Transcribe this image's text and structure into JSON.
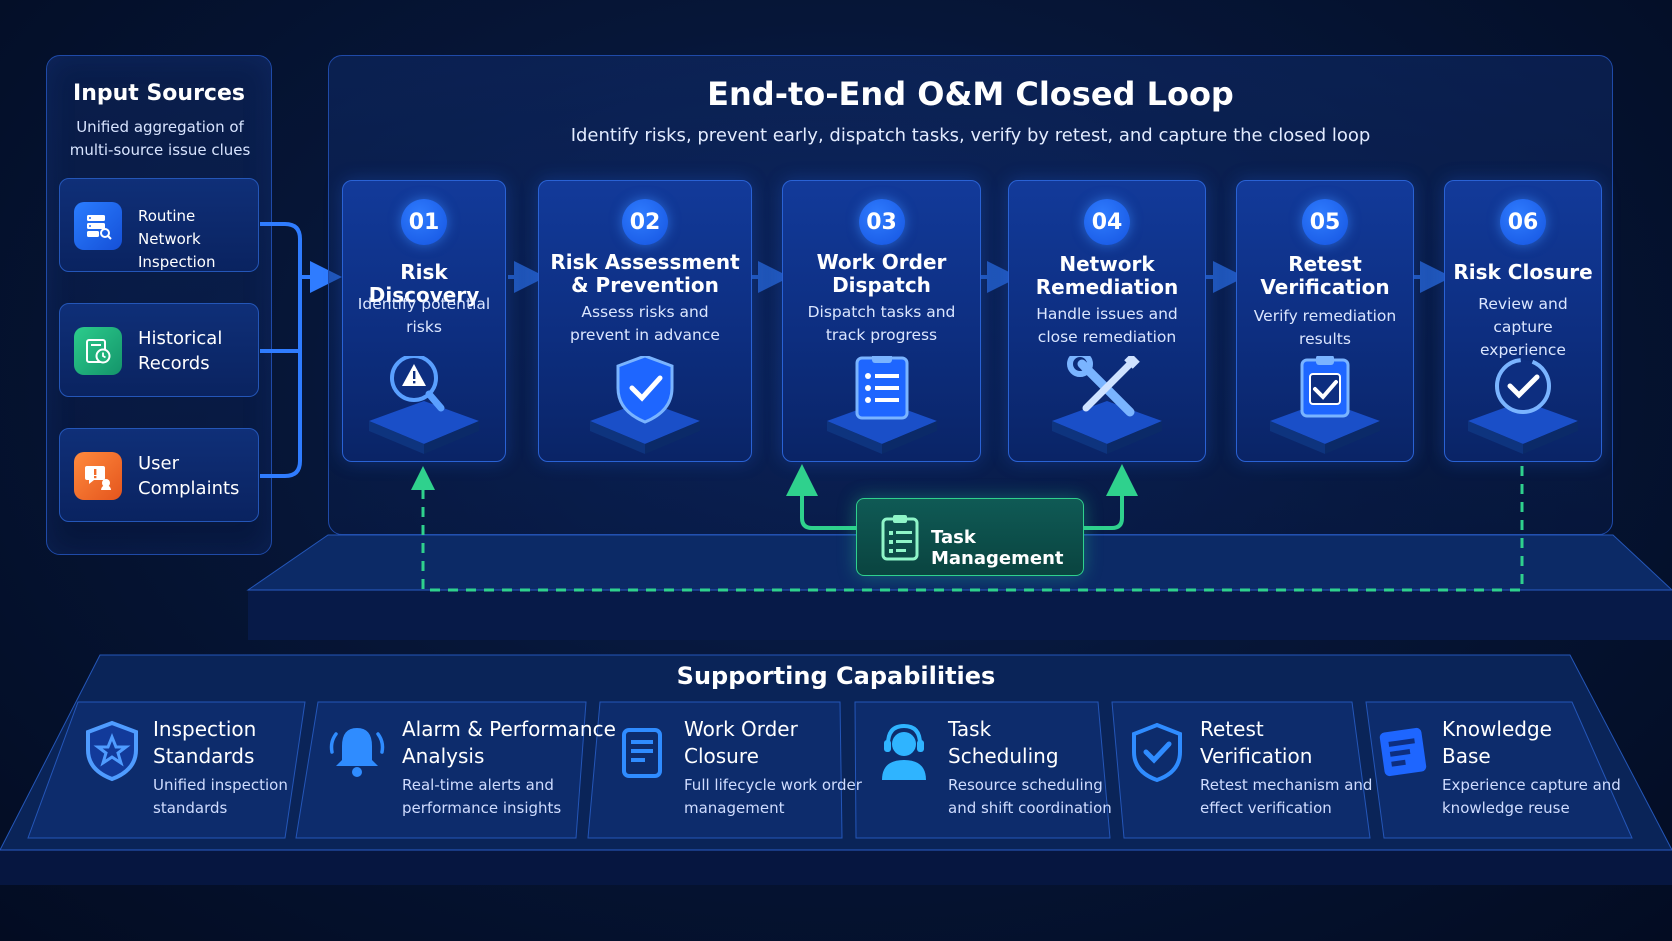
{
  "input_sources": {
    "title": "Input Sources",
    "subtitle_line1": "Unified aggregation of",
    "subtitle_line2": "multi-source issue clues",
    "items": [
      {
        "line1": "Routine Network",
        "line2": "Inspection",
        "icon": "server-search-icon",
        "color": "#1f6bff"
      },
      {
        "line1": "Historical",
        "line2": "Records",
        "icon": "history-clock-icon",
        "color": "#1fb27a"
      },
      {
        "line1": "User",
        "line2": "Complaints",
        "icon": "complaint-bubble-icon",
        "color": "#f26b2a"
      }
    ]
  },
  "main": {
    "title": "End-to-End O&M Closed Loop",
    "subtitle": "Identify risks, prevent early, dispatch tasks, verify by retest, and capture the closed loop"
  },
  "steps": [
    {
      "num": "01",
      "title_l1": "Risk Discovery",
      "title_l2": "",
      "desc_l1": "Identify potential",
      "desc_l2": "risks",
      "icon": "magnifier-warning-icon"
    },
    {
      "num": "02",
      "title_l1": "Risk Assessment",
      "title_l2": "& Prevention",
      "desc_l1": "Assess risks and",
      "desc_l2": "prevent in advance",
      "icon": "shield-check-icon"
    },
    {
      "num": "03",
      "title_l1": "Work Order",
      "title_l2": "Dispatch",
      "desc_l1": "Dispatch tasks and",
      "desc_l2": "track progress",
      "icon": "clipboard-list-icon"
    },
    {
      "num": "04",
      "title_l1": "Network",
      "title_l2": "Remediation",
      "desc_l1": "Handle issues and",
      "desc_l2": "close remediation",
      "icon": "wrench-screwdriver-icon"
    },
    {
      "num": "05",
      "title_l1": "Retest",
      "title_l2": "Verification",
      "desc_l1": "Verify remediation",
      "desc_l2": "results",
      "icon": "clipboard-check-icon"
    },
    {
      "num": "06",
      "title_l1": "Risk Closure",
      "title_l2": "",
      "desc_l1": "Review and",
      "desc_l2": "capture experience",
      "icon": "circular-check-icon"
    }
  ],
  "task_management": {
    "label": "Task Management",
    "icon": "task-clipboard-icon",
    "color": "#2fd18d"
  },
  "supporting": {
    "title": "Supporting Capabilities",
    "items": [
      {
        "l1": "Inspection",
        "l2": "Standards",
        "d1": "Unified inspection",
        "d2": "standards",
        "icon": "shield-star-icon"
      },
      {
        "l1": "Alarm & Performance",
        "l2": "Analysis",
        "d1": "Real-time alerts and",
        "d2": "performance insights",
        "icon": "bell-alarm-icon"
      },
      {
        "l1": "Work Order",
        "l2": "Closure",
        "d1": "Full lifecycle work order",
        "d2": "management",
        "icon": "document-icon"
      },
      {
        "l1": "Task",
        "l2": "Scheduling",
        "d1": "Resource scheduling",
        "d2": "and shift coordination",
        "icon": "headset-user-icon"
      },
      {
        "l1": "Retest",
        "l2": "Verification",
        "d1": "Retest mechanism and",
        "d2": "effect verification",
        "icon": "shield-check-icon"
      },
      {
        "l1": "Knowledge",
        "l2": "Base",
        "d1": "Experience capture and",
        "d2": "knowledge reuse",
        "icon": "book-icon"
      }
    ]
  },
  "colors": {
    "accent_blue": "#2f7cff",
    "accent_green": "#2fd18d",
    "background": "#061638"
  }
}
